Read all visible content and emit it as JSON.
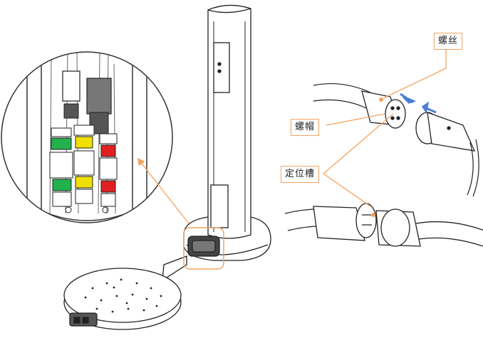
{
  "callouts": {
    "screw": "螺丝",
    "nut": "螺帽",
    "slot": "定位槽"
  },
  "colors": {
    "callout_line": "#f4a460",
    "arrow": "#4a7fd4",
    "led_green": "#22b14c",
    "led_yellow": "#f0e000",
    "led_red": "#e02020"
  }
}
